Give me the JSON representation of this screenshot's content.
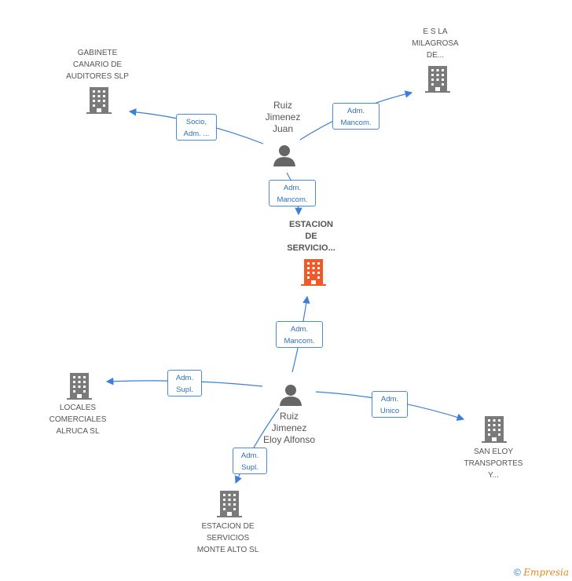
{
  "nodes": {
    "gabinete": {
      "label": "GABINETE\nCANARIO DE\nAUDITORES SLP"
    },
    "milagrosa": {
      "label": "E S LA\nMILAGROSA\nDE..."
    },
    "ruiz_juan": {
      "label": "Ruiz\nJimenez\nJuan"
    },
    "estacion_focus": {
      "label": "ESTACION\nDE\nSERVICIO..."
    },
    "locales": {
      "label": "LOCALES\nCOMERCIALES\nALRUCA SL"
    },
    "ruiz_eloy": {
      "label": "Ruiz\nJimenez\nEloy Alfonso"
    },
    "san_eloy": {
      "label": "SAN ELOY\nTRANSPORTES\nY..."
    },
    "monte_alto": {
      "label": "ESTACION DE\nSERVICIOS\nMONTE ALTO SL"
    }
  },
  "edges": {
    "juan_gabinete": "Socio,\nAdm. ...",
    "juan_milagrosa": "Adm.\nMancom.",
    "juan_focus": "Adm.\nMancom.",
    "eloy_focus": "Adm.\nMancom.",
    "eloy_locales": "Adm.\nSupl.",
    "eloy_saneloy": "Adm.\nUnico",
    "eloy_monte": "Adm.\nSupl."
  },
  "colors": {
    "edge": "#3d7fd6",
    "building": "#7a7a7a",
    "focus": "#f05a28",
    "person": "#666666"
  },
  "icons": {
    "company": "building-icon",
    "person": "person-icon"
  },
  "footer": {
    "copyright": "©",
    "brand": "Empresia"
  }
}
